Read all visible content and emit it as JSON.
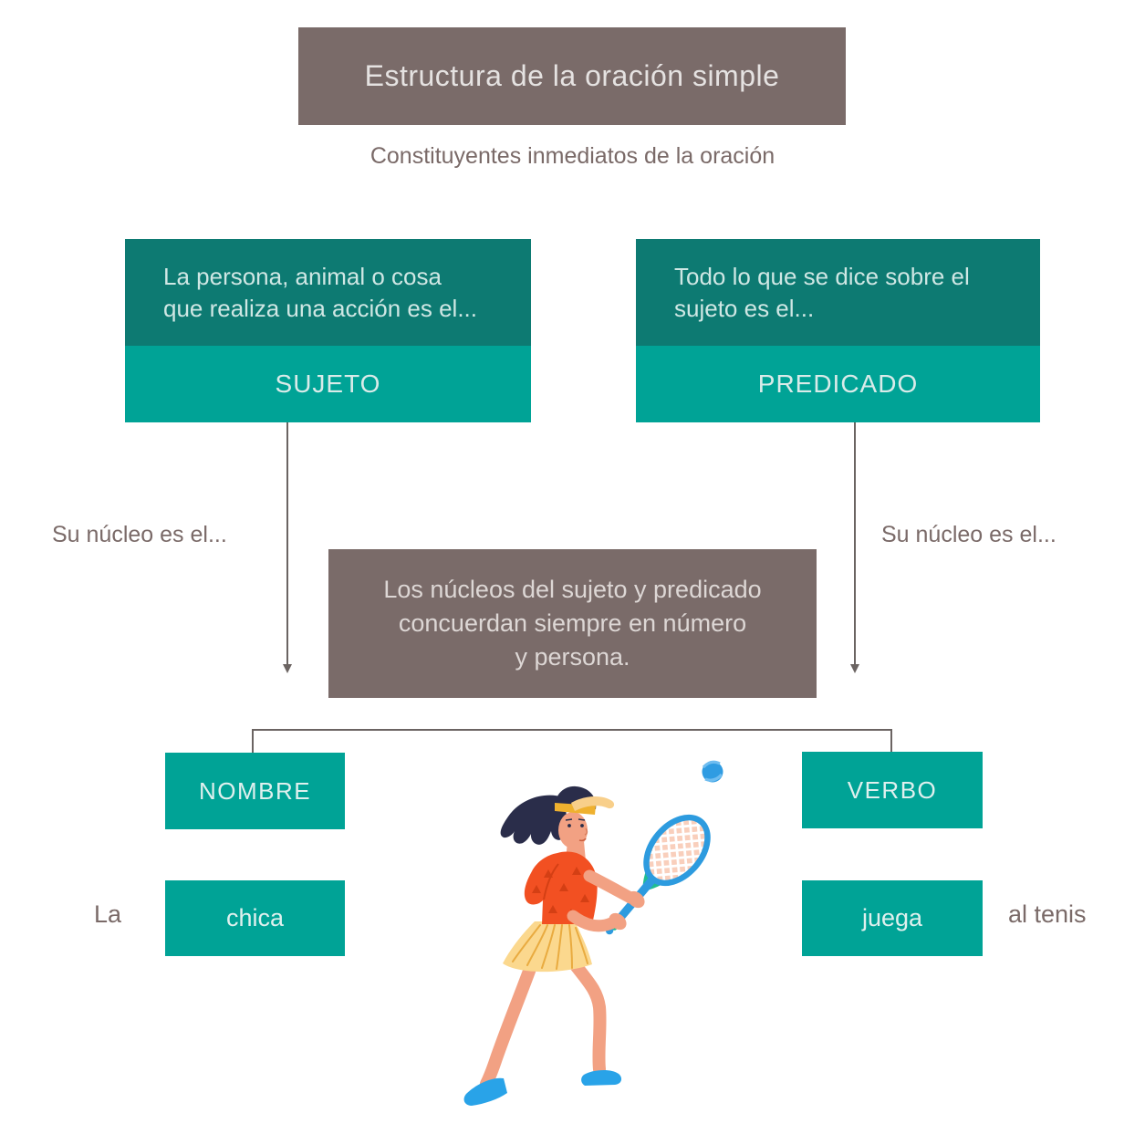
{
  "header": {
    "title": "Estructura de la oración simple",
    "subtitle": "Constituyentes inmediatos de la oración"
  },
  "cards": {
    "sujeto": {
      "description_line1": "La persona, animal o cosa",
      "description_line2": "que realiza una acción es el...",
      "label": "SUJETO"
    },
    "predicado": {
      "description_line1": "Todo lo que se dice sobre el",
      "description_line2": "sujeto es el...",
      "label": "PREDICADO"
    }
  },
  "nucleus": {
    "left_label": "Su núcleo es el...",
    "right_label": "Su núcleo es el..."
  },
  "concordance_note": {
    "line1": "Los núcleos del sujeto y predicado",
    "line2": "concuerdan siempre en número",
    "line3": "y persona."
  },
  "nucleus_boxes": {
    "nombre": "NOMBRE",
    "verbo": "VERBO"
  },
  "example_sentence": {
    "article": "La",
    "noun": "chica",
    "verb": "juega",
    "complement": "al tenis"
  },
  "icons": {
    "illustration": "tennis-player-illustration",
    "ball": "tennis-ball-icon",
    "racket": "tennis-racket-icon"
  },
  "colors": {
    "taupe": "#7a6b69",
    "teal_dark": "#0d7a72",
    "teal_light": "#00a396",
    "light_text": "#d9ebe9",
    "connector_line": "#6b6462",
    "shirt_orange": "#f25022",
    "skirt_yellow": "#fbd88e",
    "shoe_blue": "#29a3e8",
    "racket_blue": "#2d9bdf",
    "racket_teal": "#1fbd92",
    "strings_pink": "#f9cfbc",
    "hair_navy": "#2a2d4a",
    "skin": "#f2a183"
  }
}
